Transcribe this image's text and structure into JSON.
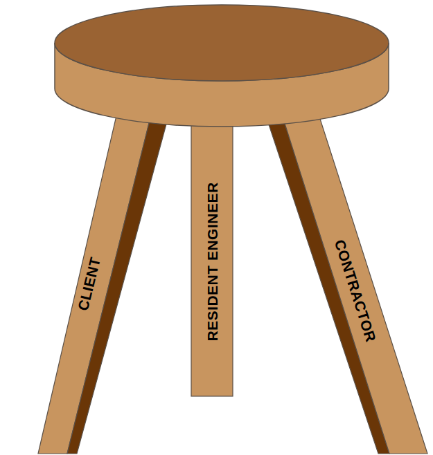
{
  "diagram": {
    "nodes": [
      {
        "text": [
          "CLIENT"
        ]
      },
      {
        "text": [
          "RESIDENT ENGINEER"
        ]
      },
      {
        "text": [
          "CONTRACTOR"
        ]
      }
    ]
  }
}
